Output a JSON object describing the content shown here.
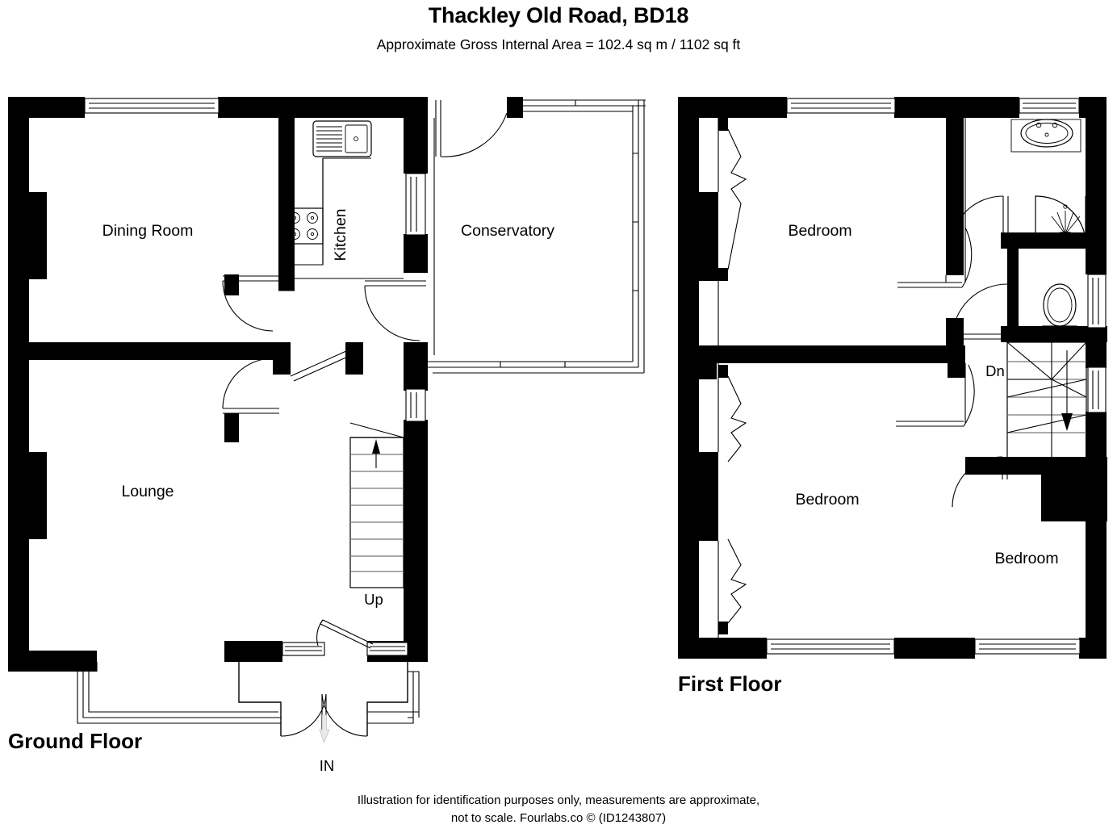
{
  "header": {
    "title": "Thackley Old Road, BD18",
    "subtitle": "Approximate Gross Internal Area = 102.4 sq m / 1102 sq ft"
  },
  "footer": {
    "line1": "Illustration for identification purposes only, measurements are approximate,",
    "line2": "not to scale. Fourlabs.co © (ID1243807)"
  },
  "floors": [
    {
      "id": "ground",
      "label": "Ground Floor",
      "rooms": [
        {
          "name": "dining-room",
          "label": "Dining Room"
        },
        {
          "name": "kitchen",
          "label": "Kitchen"
        },
        {
          "name": "conservatory",
          "label": "Conservatory"
        },
        {
          "name": "lounge",
          "label": "Lounge"
        }
      ],
      "annotations": [
        {
          "name": "stairs-up-label",
          "label": "Up"
        },
        {
          "name": "entrance-label",
          "label": "IN"
        }
      ]
    },
    {
      "id": "first",
      "label": "First Floor",
      "rooms": [
        {
          "name": "bedroom-1",
          "label": "Bedroom"
        },
        {
          "name": "bedroom-2",
          "label": "Bedroom"
        },
        {
          "name": "bedroom-3",
          "label": "Bedroom"
        }
      ],
      "annotations": [
        {
          "name": "stairs-down-label",
          "label": "Dn"
        }
      ]
    }
  ],
  "colors": {
    "wall": "#000000",
    "background": "#ffffff",
    "text": "#000000",
    "stair_line": "#777777"
  }
}
